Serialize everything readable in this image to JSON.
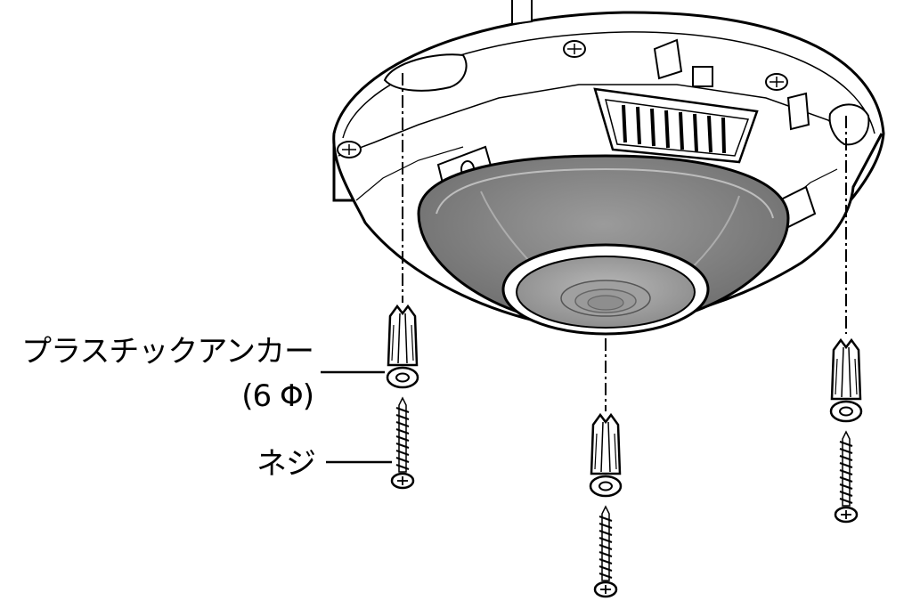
{
  "labels": {
    "plastic_anchor": "プラスチックアンカー",
    "anchor_size": "(6 Φ)",
    "screw": "ネジ"
  }
}
